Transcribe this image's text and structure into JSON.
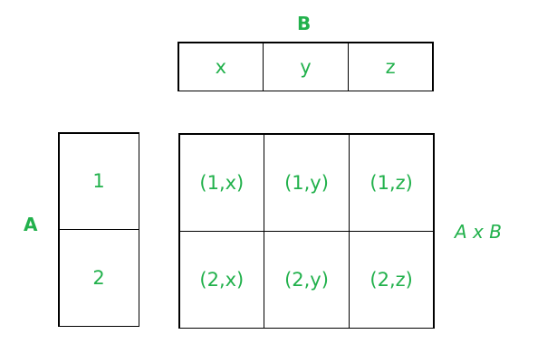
{
  "set_b": {
    "label": "B",
    "elements": [
      "x",
      "y",
      "z"
    ]
  },
  "set_a": {
    "label": "A",
    "elements": [
      "1",
      "2"
    ]
  },
  "product": {
    "label": "A x B",
    "rows": [
      [
        "(1,x)",
        "(1,y)",
        "(1,z)"
      ],
      [
        "(2,x)",
        "(2,y)",
        "(2,z)"
      ]
    ]
  },
  "colors": {
    "text": "#22b14c",
    "border": "#000000",
    "background": "#ffffff"
  }
}
